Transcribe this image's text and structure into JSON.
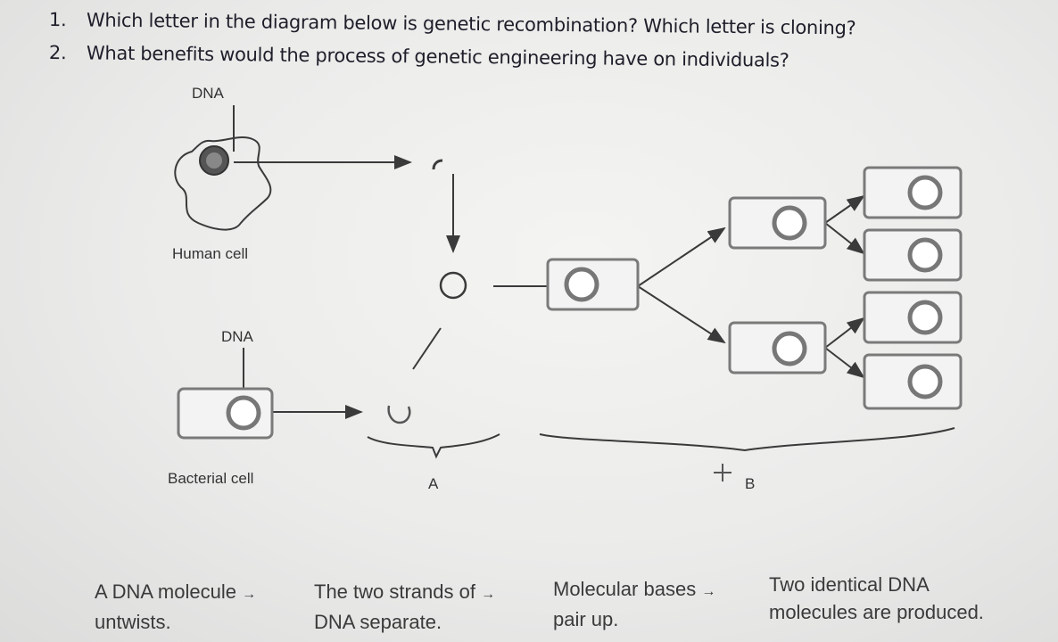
{
  "questions": [
    {
      "number": "1.",
      "text": "Which letter in the diagram below is genetic recombination? Which letter is cloning?"
    },
    {
      "number": "2.",
      "text": "What benefits would the process of genetic engineering have on individuals?"
    }
  ],
  "diagram": {
    "dna_top": "DNA",
    "human_cell": "Human cell",
    "dna_bottom": "DNA",
    "bacterial_cell": "Bacterial cell",
    "label_a": "A",
    "label_b": "B"
  },
  "process_steps": [
    {
      "line1": "A DNA molecule",
      "line2": "untwists."
    },
    {
      "line1": "The two strands of",
      "line2": "DNA separate."
    },
    {
      "line1": "Molecular bases",
      "line2": "pair up."
    },
    {
      "line1": "Two identical DNA",
      "line2": "molecules are produced."
    }
  ],
  "arrow_glyph": "→",
  "colors": {
    "ink": "#3a3a3a",
    "cell_border": "#7a7a7a",
    "cell_fill": "#f3f3f3"
  }
}
